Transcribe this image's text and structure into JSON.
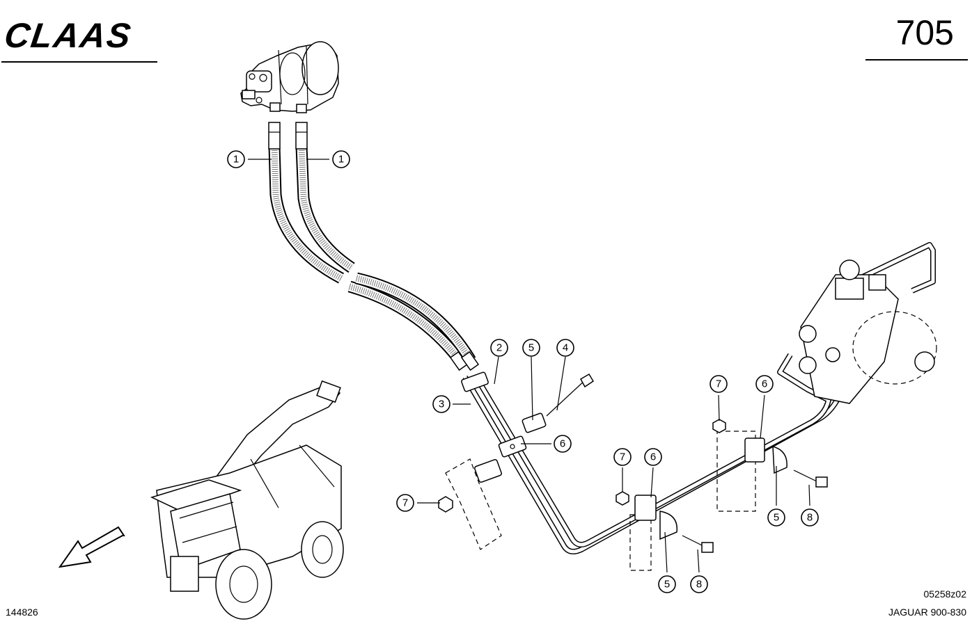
{
  "header": {
    "brand": "CLAAS",
    "page_number": "705"
  },
  "callouts": {
    "c1a": "1",
    "c1b": "1",
    "c2": "2",
    "c3": "3",
    "c4": "4",
    "c5a": "5",
    "c5b": "5",
    "c5c": "5",
    "c6a": "6",
    "c6b": "6",
    "c6c": "6",
    "c7a": "7",
    "c7b": "7",
    "c7c": "7",
    "c8a": "8",
    "c8b": "8"
  },
  "footer": {
    "drawing_number": "144826",
    "ref_code": "05258z02",
    "model": "JAGUAR 900-830"
  }
}
